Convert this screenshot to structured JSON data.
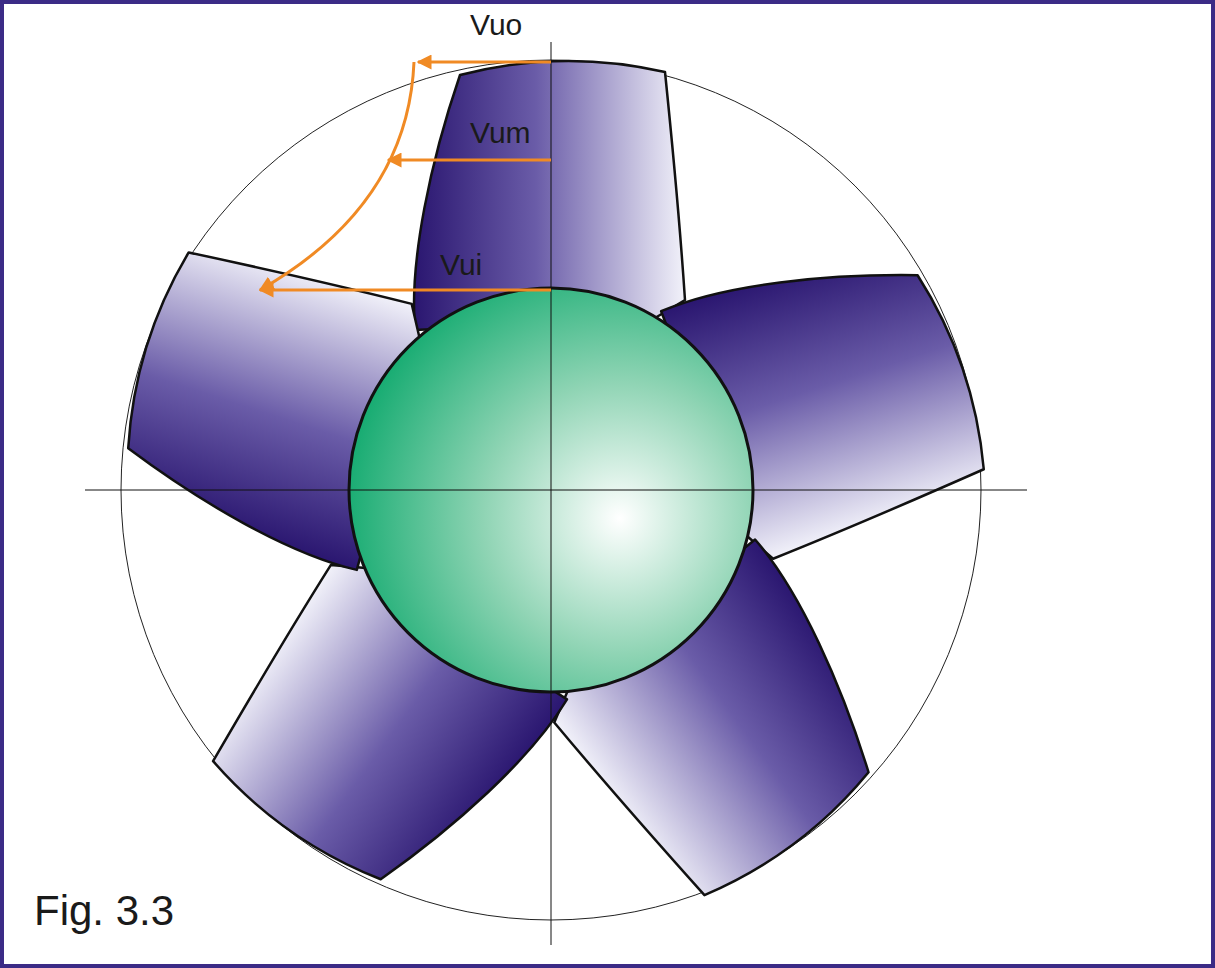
{
  "diagram": {
    "caption": "Fig. 3.3",
    "labels": [
      "Vuo",
      "Vum",
      "Vui"
    ]
  }
}
